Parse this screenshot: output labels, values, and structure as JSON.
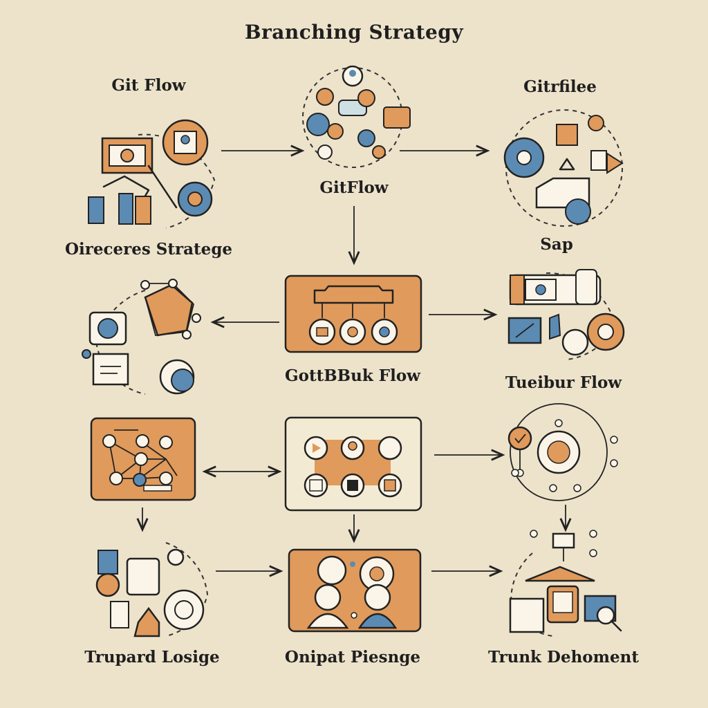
{
  "title": "Branching Strategy",
  "nodes": {
    "git_flow": "Git Flow",
    "gitflow_center": "GitFlow",
    "gitrfilee": "Gitrfilee",
    "oireceres": "Oireceres Stratege",
    "sap": "Sap",
    "gottbbuk": "GottBBuk Flow",
    "tueibur": "Tueibur Flow",
    "trupard": "Trupard Losige",
    "onipat": "Onipat Piesnge",
    "trunk": "Trunk Dehoment"
  },
  "colors": {
    "background": "#ede3cb",
    "orange": "#e09a5b",
    "blue": "#5b8bb3",
    "ink": "#222222"
  }
}
